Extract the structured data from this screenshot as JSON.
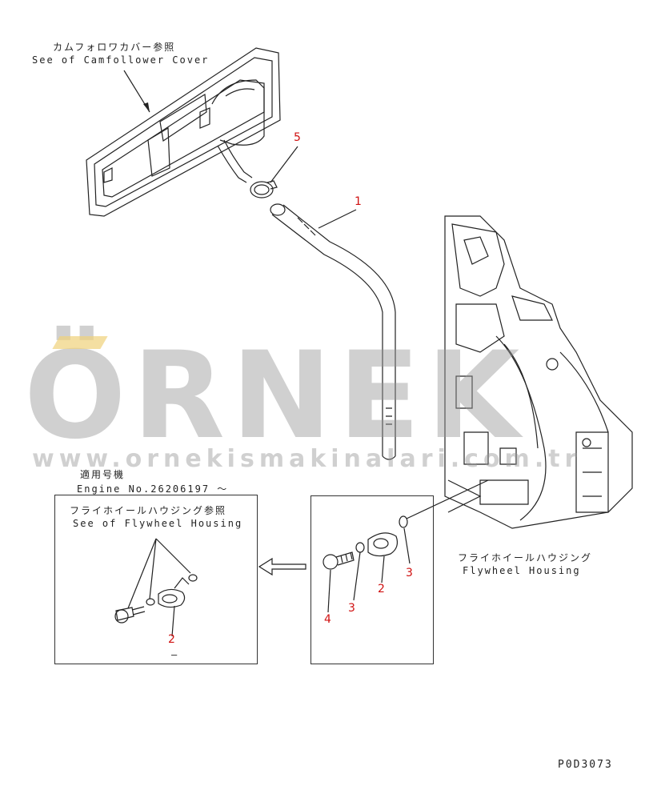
{
  "labels": {
    "camfollower_jp": "カムフォロワカバー参照",
    "camfollower_en": "See of Camfollower Cover",
    "serial_jp": "適用号機",
    "serial_en": "Engine No.26206197 〜",
    "flywheel_ref_jp": "フライホイールハウジング参照",
    "flywheel_ref_en": "See of Flywheel Housing",
    "flywheel_jp": "フライホイールハウジング",
    "flywheel_en": "Flywheel Housing",
    "drawing_code": "P0D3073",
    "dash": "–"
  },
  "part_numbers": {
    "clamp": "5",
    "tube": "1",
    "bolt_right": "4",
    "washer_right": "3",
    "flange_right": "2",
    "gasket_right": "3",
    "flange_left": "2"
  },
  "watermark": {
    "brand": "ÖRNEK",
    "url": "www.ornekismakinalari.com.tr"
  },
  "colors": {
    "callout": "#d01010",
    "line": "#222222",
    "watermark": "#9a9a9a",
    "watermark_accent": "#f0d27a"
  }
}
